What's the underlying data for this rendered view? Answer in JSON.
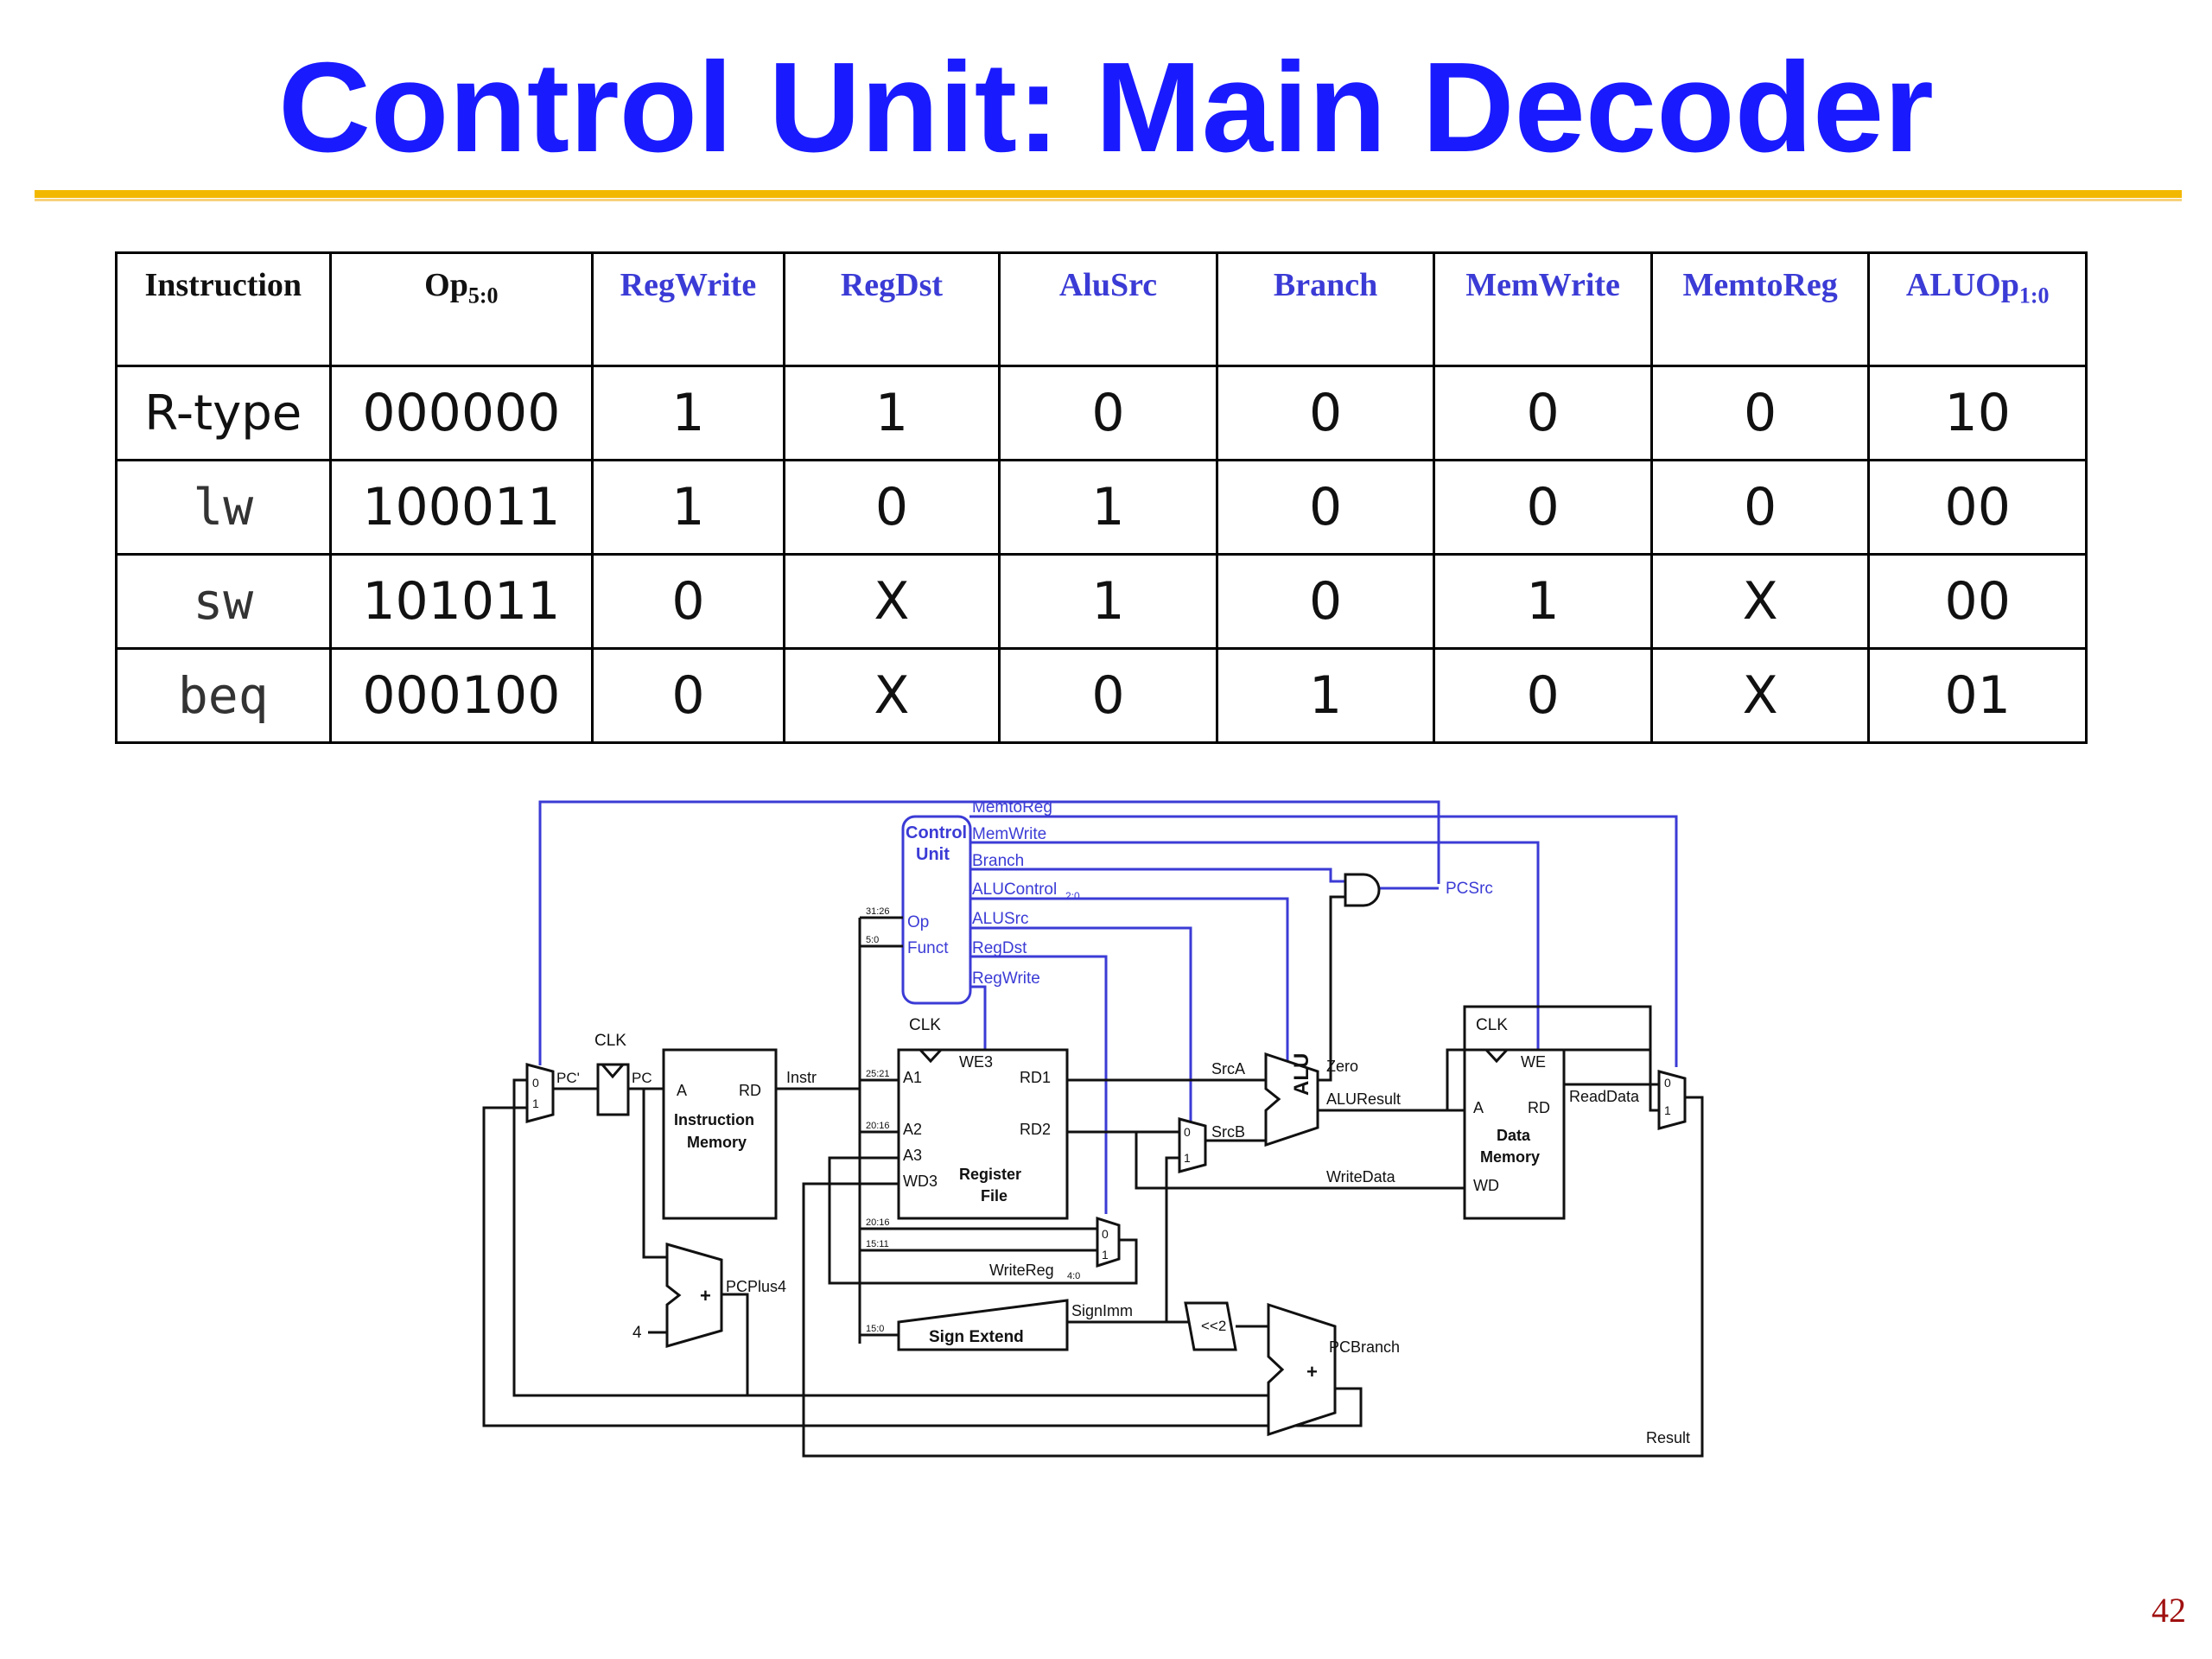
{
  "title": "Control Unit: Main Decoder",
  "page_number": "42",
  "accent_color": "#1a1aff",
  "rule_color": "#f2b800",
  "table": {
    "headers": [
      "Instruction",
      "Op",
      "RegWrite",
      "RegDst",
      "AluSrc",
      "Branch",
      "MemWrite",
      "MemtoReg",
      "ALUOp"
    ],
    "header_subscripts": {
      "op": "5:0",
      "aluop": "1:0"
    },
    "rows": [
      [
        "R-type",
        "000000",
        "1",
        "1",
        "0",
        "0",
        "0",
        "0",
        "10"
      ],
      [
        "lw",
        "100011",
        "1",
        "0",
        "1",
        "0",
        "0",
        "0",
        "00"
      ],
      [
        "sw",
        "101011",
        "0",
        "X",
        "1",
        "0",
        "1",
        "X",
        "00"
      ],
      [
        "beq",
        "000100",
        "0",
        "X",
        "0",
        "1",
        "0",
        "X",
        "01"
      ]
    ]
  },
  "diagram": {
    "control_unit": {
      "title1": "Control",
      "title2": "Unit",
      "in1": "Op",
      "in2": "Funct"
    },
    "control_signals": {
      "memtoreg": "MemtoReg",
      "memwrite": "MemWrite",
      "branch": "Branch",
      "alucontrol": "ALUControl",
      "alucontrol_sub": "2:0",
      "alusrc": "ALUSrc",
      "regdst": "RegDst",
      "regwrite": "RegWrite",
      "pcsrc": "PCSrc"
    },
    "clk": "CLK",
    "pc_prime": "PC'",
    "pc": "PC",
    "instr_mem": {
      "a": "A",
      "rd": "RD",
      "line1": "Instruction",
      "line2": "Memory"
    },
    "instr": "Instr",
    "regfile": {
      "we3": "WE3",
      "a1": "A1",
      "a2": "A2",
      "a3": "A3",
      "wd3": "WD3",
      "rd1": "RD1",
      "rd2": "RD2",
      "line1": "Register",
      "line2": "File"
    },
    "bit_fields": {
      "f1": "31:26",
      "f2": "5:0",
      "f3": "25:21",
      "f4": "20:16",
      "f5": "20:16",
      "f6": "15:11",
      "f7": "15:0"
    },
    "srca": "SrcA",
    "srcb": "SrcB",
    "alu": "ALU",
    "zero": "Zero",
    "aluresult": "ALUResult",
    "writedata": "WriteData",
    "data_mem": {
      "we": "WE",
      "a": "A",
      "rd": "RD",
      "wd": "WD",
      "line1": "Data",
      "line2": "Memory"
    },
    "readdata": "ReadData",
    "writereg": "WriteReg",
    "writereg_sub": "4:0",
    "sign_extend": "Sign Extend",
    "signimm": "SignImm",
    "shift": "<<2",
    "pcbranch": "PCBranch",
    "pcplus4": "PCPlus4",
    "four": "4",
    "plus": "+",
    "result": "Result",
    "mux0": "0",
    "mux1": "1"
  }
}
